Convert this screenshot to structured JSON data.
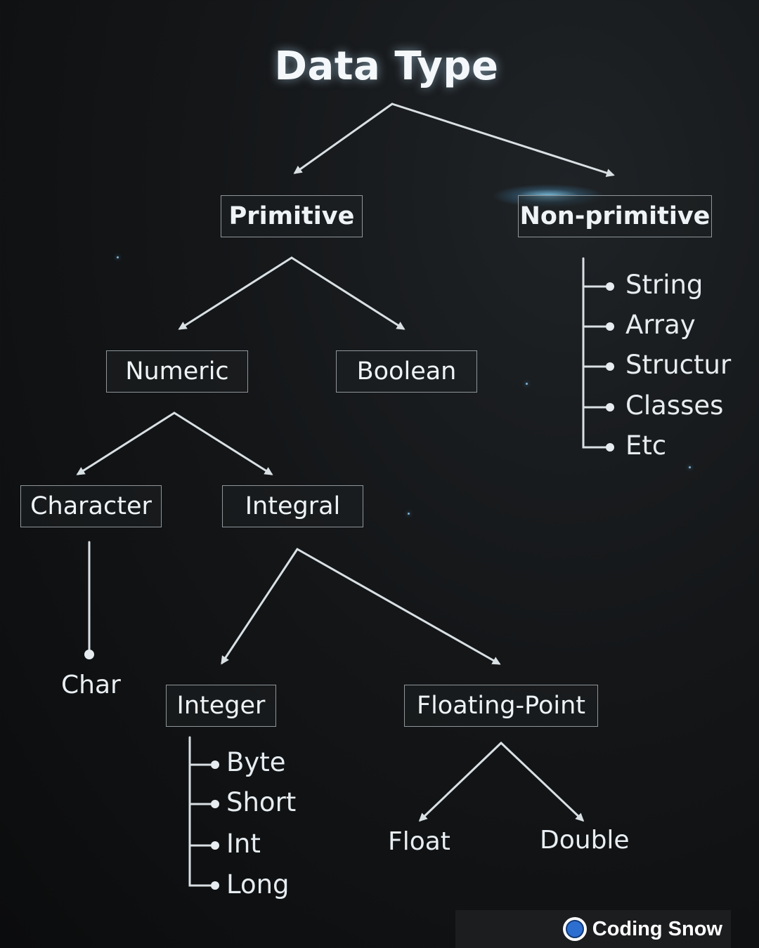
{
  "title": "Data Type",
  "branches": {
    "primitive": "Primitive",
    "non_primitive": "Non-primitive"
  },
  "primitive_children": {
    "numeric": "Numeric",
    "boolean": "Boolean"
  },
  "numeric_children": {
    "character": "Character",
    "integral": "Integral"
  },
  "character_children": [
    "Char"
  ],
  "integral_children": {
    "integer": "Integer",
    "floating_point": "Floating-Point"
  },
  "integer_types": [
    "Byte",
    "Short",
    "Int",
    "Long"
  ],
  "floating_types": [
    "Float",
    "Double"
  ],
  "non_primitive_types": [
    "String",
    "Array",
    "Structur",
    "Classes",
    "Etc"
  ],
  "brand": {
    "name": "Coding Snow",
    "logo_icon": "coding-snow-logo"
  },
  "colors": {
    "background": "#141618",
    "line": "#d9e0e4",
    "box_border": "#8f969b",
    "text": "#e8eef2",
    "glow": "#8cdcff"
  }
}
